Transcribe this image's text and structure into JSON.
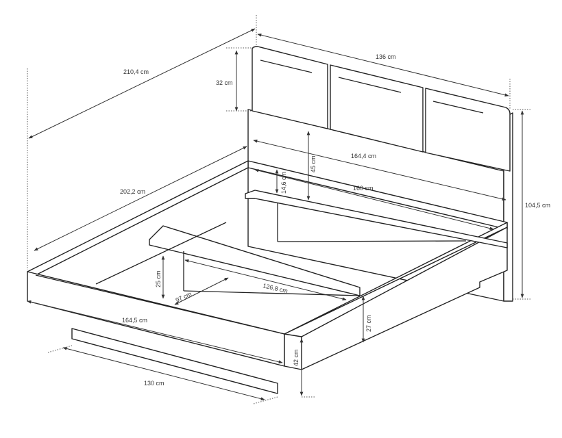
{
  "dimensions": {
    "headboard_width": "136 cm",
    "total_length": "210,4 cm",
    "cushion_height": "32 cm",
    "headboard_panel_width": "164,4 cm",
    "headboard_panel_height": "45 cm",
    "rail_offset": "14,6 cm",
    "mattress_width": "160 cm",
    "total_height": "104,5 cm",
    "frame_length": "202,2 cm",
    "storage_depth": "25 cm",
    "storage_width": "126,8 cm",
    "storage_length": "97 cm",
    "frame_width": "164,5 cm",
    "frame_side_height": "27 cm",
    "frame_height": "42 cm",
    "base_width": "130 cm"
  }
}
